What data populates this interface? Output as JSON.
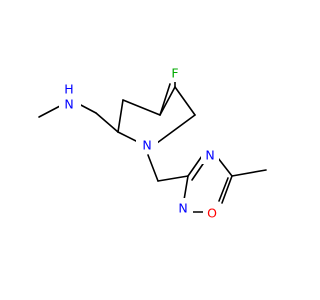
{
  "molecule": {
    "atoms": [
      {
        "id": "F",
        "label": "F",
        "color": "#00aa00"
      },
      {
        "id": "N1",
        "label": "N",
        "color": "#0000ff"
      },
      {
        "id": "NH",
        "label": "H",
        "color": "#0000ff"
      },
      {
        "id": "NH2",
        "label": "N",
        "color": "#0000ff"
      },
      {
        "id": "N3",
        "label": "N",
        "color": "#0000ff"
      },
      {
        "id": "N4",
        "label": "N",
        "color": "#0000ff"
      },
      {
        "id": "O",
        "label": "O",
        "color": "#ff0000"
      }
    ]
  }
}
